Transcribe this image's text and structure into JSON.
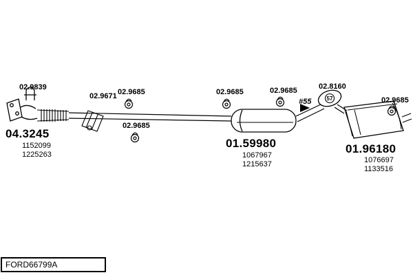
{
  "diagram": {
    "small_labels": [
      {
        "text": "02.9839"
      },
      {
        "text": "02.9671"
      },
      {
        "text": "02.9685"
      },
      {
        "text": "02.9685"
      },
      {
        "text": "02.9685"
      },
      {
        "text": "02.9685"
      },
      {
        "text": "02.8160"
      },
      {
        "text": "02.9685"
      }
    ],
    "assemblies": [
      {
        "code": "04.3245",
        "ref1": "1152099",
        "ref2": "1225263"
      },
      {
        "code": "01.59980",
        "ref1": "1067967",
        "ref2": "1215637"
      },
      {
        "code": "01.96180",
        "ref1": "1076697",
        "ref2": "1133516"
      }
    ],
    "annotations": {
      "flow_note": "#55",
      "resonator_number": "57"
    },
    "footer": {
      "code": "FORD66799A"
    },
    "colors": {
      "line": "#000000",
      "background": "#ffffff"
    }
  }
}
